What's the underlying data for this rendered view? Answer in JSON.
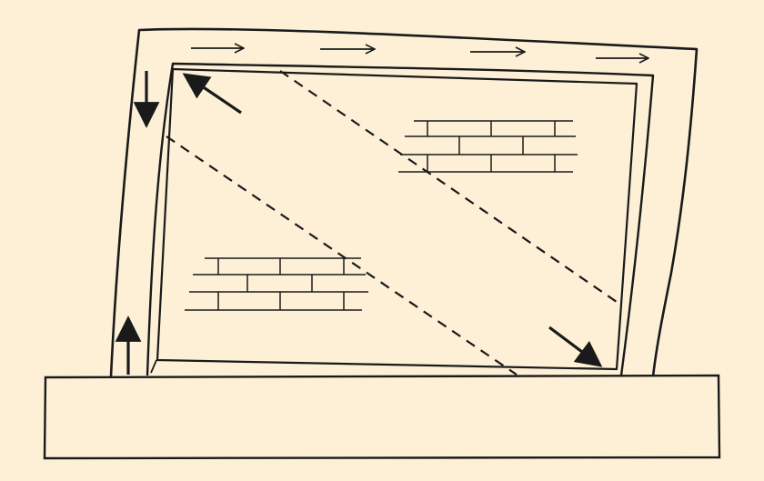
{
  "diagram": {
    "subject": "masonry-infilled-frame-under-lateral-load",
    "colors": {
      "background": "#fdf0d6",
      "ink": "#1a1a1a"
    },
    "components": [
      "foundation-beam",
      "frame-outline",
      "infill-panel",
      "brick-hatch",
      "compression-strut",
      "load-arrows"
    ],
    "icons": {
      "top_beam_arrows": "arrow-right-icon",
      "left_column_down": "arrow-down-icon",
      "left_column_up": "arrow-up-icon",
      "strut_force_up_left": "arrow-up-left-icon",
      "strut_force_down_right": "arrow-down-right-icon"
    }
  }
}
